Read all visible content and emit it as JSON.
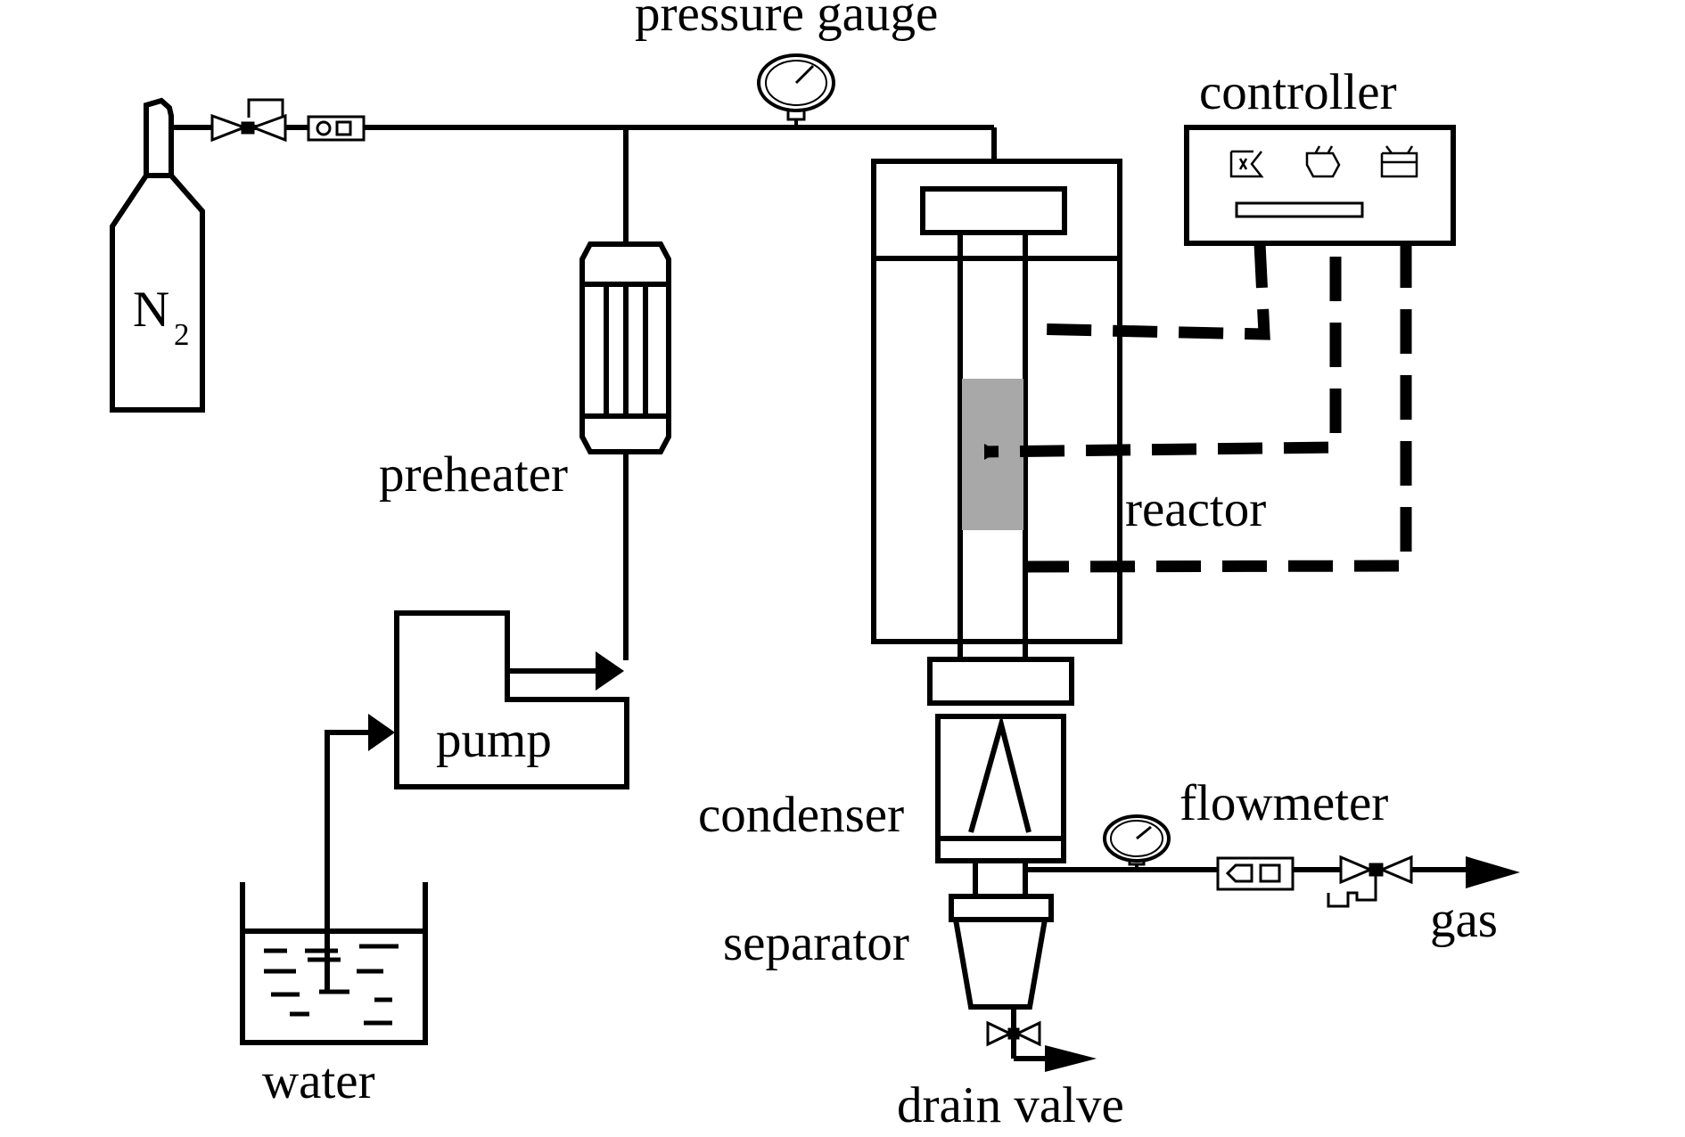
{
  "labels": {
    "pressure_gauge": "pressure gauge",
    "controller": "controller",
    "gas_main": "N",
    "gas_sub": "2",
    "preheater": "preheater",
    "reactor": "reactor",
    "pump": "pump",
    "water": "water",
    "condenser": "condenser",
    "flowmeter": "flowmeter",
    "separator": "separator",
    "gas_outlet": "gas",
    "drain_valve": "drain valve"
  }
}
